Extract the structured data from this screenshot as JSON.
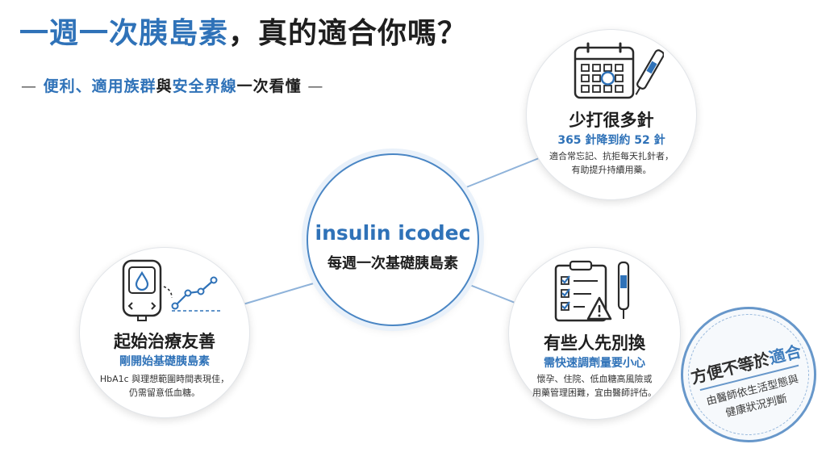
{
  "header": {
    "title_blue": "一週一次胰島素",
    "title_dark": "，真的適合你嗎？",
    "subtitle_left_dash": "—",
    "subtitle_blue1": "便利、適用族群",
    "subtitle_dark1": "與",
    "subtitle_blue2": "安全界線",
    "subtitle_dark2": "一次看懂",
    "subtitle_right_dash": "—"
  },
  "center": {
    "title_en": "insulin icodec",
    "title_zh": "每週一次基礎胰島素"
  },
  "nodes": [
    {
      "title": "少打很多針",
      "subtitle": "365 針降到約 52 針",
      "desc": [
        "適合常忘記、抗拒每天扎針者，",
        "有助提升持續用藥。"
      ]
    },
    {
      "title": "起始治療友善",
      "subtitle": "剛開始基礎胰島素",
      "desc": [
        "HbA1c 與理想範圍時間表現佳，",
        "仍需留意低血糖。"
      ]
    },
    {
      "title": "有些人先別換",
      "subtitle": "需快速調劑量要小心",
      "desc": [
        "懷孕、住院、低血糖高風險或",
        "用藥管理困難，宜由醫師評估。"
      ]
    }
  ],
  "stamp": {
    "title_dark": "方便不等於",
    "title_blue": "適合",
    "desc": [
      "由醫師依生活型態與",
      "健康狀況判斷"
    ]
  },
  "colors": {
    "accent": "#2f72b8",
    "text": "#1e1e1e",
    "line": "#8fb3da"
  }
}
